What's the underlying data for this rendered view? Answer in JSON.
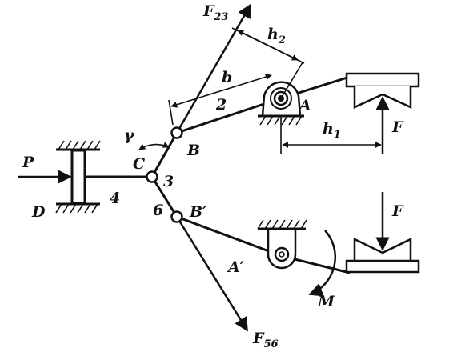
{
  "colors": {
    "ink": "#111111",
    "paper": "#ffffff"
  },
  "labels": {
    "force_23": "F",
    "force_23_sub": "23",
    "h2": "h",
    "h2_sub": "2",
    "b": "b",
    "link_2": "2",
    "point_a": "A",
    "gamma": "γ",
    "point_b": "B",
    "point_c": "C",
    "h1": "h",
    "h1_sub": "1",
    "force_f_top": "F",
    "force_p": "P",
    "link_3": "3",
    "point_d": "D",
    "link_4": "4",
    "link_6": "6",
    "point_b_prime": "B′",
    "force_f_bottom": "F",
    "point_a_prime": "A′",
    "moment_m": "M",
    "force_56": "F",
    "force_56_sub": "56"
  }
}
